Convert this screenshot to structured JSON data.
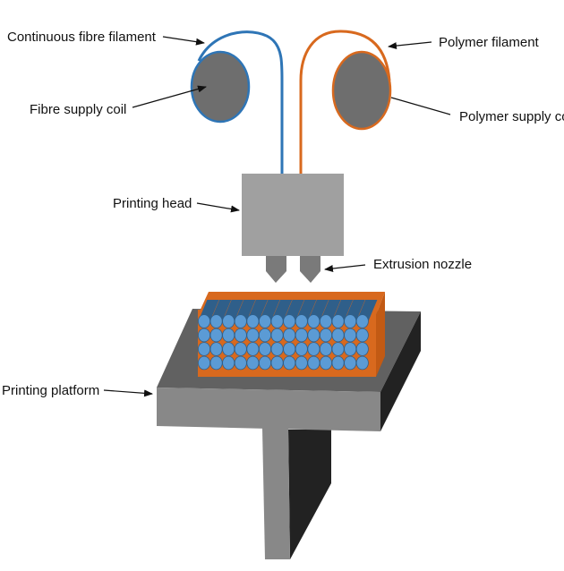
{
  "title": "Continuous fibre 3D printing schematic",
  "colors": {
    "fibre": "#2e75b6",
    "polymer": "#d8691e",
    "coil": "#6e6e6e",
    "head": "#a0a0a0",
    "nozzle": "#7a7a7a",
    "platform_top": "#616161",
    "platform_front": "#888888",
    "platform_side": "#222222",
    "fibre_rod": "#5b9bd5",
    "fibre_rod_dark": "#2f5f8a",
    "matrix": "#d8691e"
  },
  "labels": {
    "continuous_fibre_filament": "Continuous fibre filament",
    "fibre_supply_coil": "Fibre supply coil",
    "polymer_filament": "Polymer filament",
    "polymer_supply_coil": "Polymer supply coil",
    "printing_head": "Printing head",
    "extrusion_nozzle": "Extrusion nozzle",
    "printing_platform": "Printing platform"
  },
  "part": {
    "fibre_rows": 4,
    "fibre_columns": 14
  }
}
